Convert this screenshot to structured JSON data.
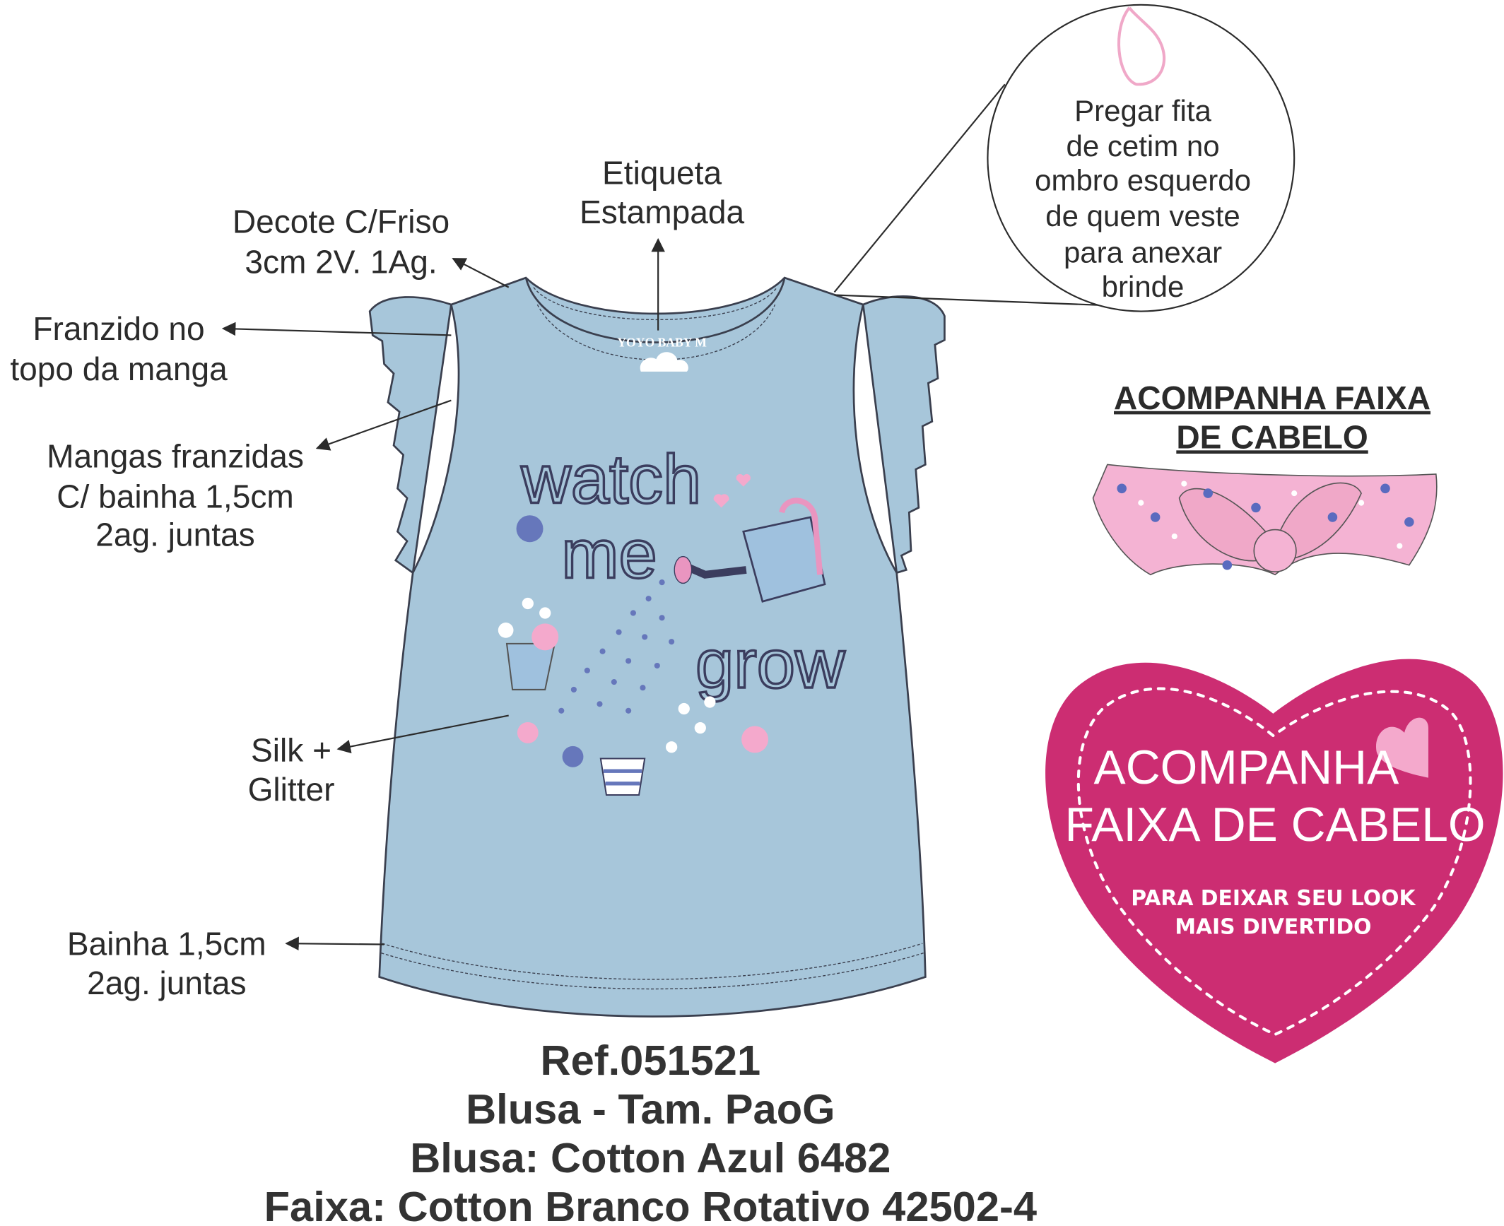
{
  "colors": {
    "shirt": "#a7c6da",
    "outline": "#3a3f4e",
    "heart": "#cc2d72",
    "heart_small": "#f4a9cc",
    "headband": "#f4b3d3",
    "ribbon": "#f0a8c8"
  },
  "labels": {
    "etiqueta": [
      "Etiqueta",
      "Estampada"
    ],
    "decote": [
      "Decote C/Friso",
      "3cm 2V. 1Ag."
    ],
    "franzido": [
      "Franzido no",
      "topo da manga"
    ],
    "mangas": [
      "Mangas franzidas",
      "C/ bainha 1,5cm",
      "2ag. juntas"
    ],
    "silk": [
      "Silk +",
      "Glitter"
    ],
    "bainha": [
      "Bainha 1,5cm",
      "2ag. juntas"
    ]
  },
  "callout": [
    "Pregar fita",
    "de cetim no",
    "ombro esquerdo",
    "de quem veste",
    "para anexar",
    "brinde"
  ],
  "accessory_title": [
    "ACOMPANHA FAIXA",
    "DE CABELO"
  ],
  "heart_badge": {
    "line1": "ACOMPANHA",
    "line2": "FAIXA DE CABELO",
    "sub1": "PARA DEIXAR SEU LOOK",
    "sub2": "MAIS DIVERTIDO"
  },
  "print": {
    "tag": "YOYO BABY M",
    "w1": "watch",
    "w2": "me",
    "w3": "grow"
  },
  "spec": [
    "Ref.051521",
    "Blusa - Tam. PaoG",
    "Blusa: Cotton Azul 6482",
    "Faixa: Cotton Branco Rotativo 42502-4"
  ]
}
